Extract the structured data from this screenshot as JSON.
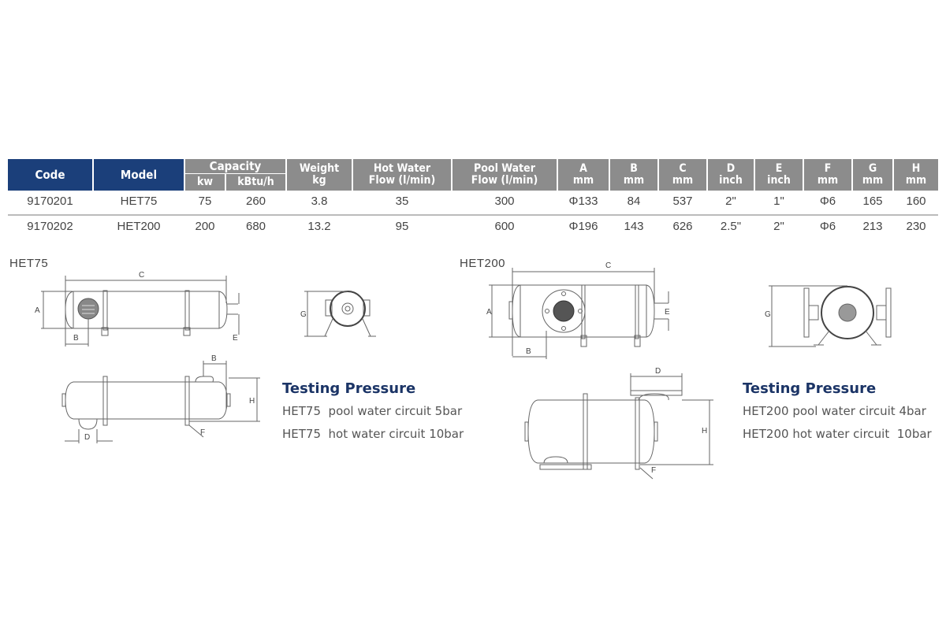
{
  "table": {
    "headers": {
      "code": "Code",
      "model": "Model",
      "capacity": "Capacity",
      "capacity_kw": "kw",
      "capacity_kbtu": "kBtu/h",
      "weight": [
        "Weight",
        "kg"
      ],
      "hot_water": [
        "Hot Water",
        "Flow (l/min)"
      ],
      "pool_water": [
        "Pool Water",
        "Flow (l/min)"
      ],
      "a": [
        "A",
        "mm"
      ],
      "b": [
        "B",
        "mm"
      ],
      "c": [
        "C",
        "mm"
      ],
      "d": [
        "D",
        "inch"
      ],
      "e": [
        "E",
        "inch"
      ],
      "f": [
        "F",
        "mm"
      ],
      "g": [
        "G",
        "mm"
      ],
      "h": [
        "H",
        "mm"
      ]
    },
    "rows": [
      [
        "9170201",
        "HET75",
        "75",
        "260",
        "3.8",
        "35",
        "300",
        "Φ133",
        "84",
        "537",
        "2\"",
        "1\"",
        "Φ6",
        "165",
        "160"
      ],
      [
        "9170202",
        "HET200",
        "200",
        "680",
        "13.2",
        "95",
        "600",
        "Φ196",
        "143",
        "626",
        "2.5\"",
        "2\"",
        "Φ6",
        "213",
        "230"
      ]
    ]
  },
  "drawings": {
    "het75": {
      "label": "HET75",
      "dims": {
        "a": "A",
        "b": "B",
        "c": "C",
        "d": "D",
        "e": "E",
        "f": "F",
        "g": "G",
        "h": "H"
      }
    },
    "het200": {
      "label": "HET200",
      "dims": {
        "a": "A",
        "b": "B",
        "c": "C",
        "d": "D",
        "e": "E",
        "f": "F",
        "g": "G",
        "h": "H"
      }
    }
  },
  "testing_pressure": {
    "het75": {
      "title": "Testing Pressure",
      "lines": [
        "HET75  pool water circuit 5bar",
        "HET75  hot water circuit 10bar"
      ]
    },
    "het200": {
      "title": "Testing Pressure",
      "lines": [
        "HET200 pool water circuit 4bar",
        "HET200 hot water circuit  10bar"
      ]
    }
  }
}
